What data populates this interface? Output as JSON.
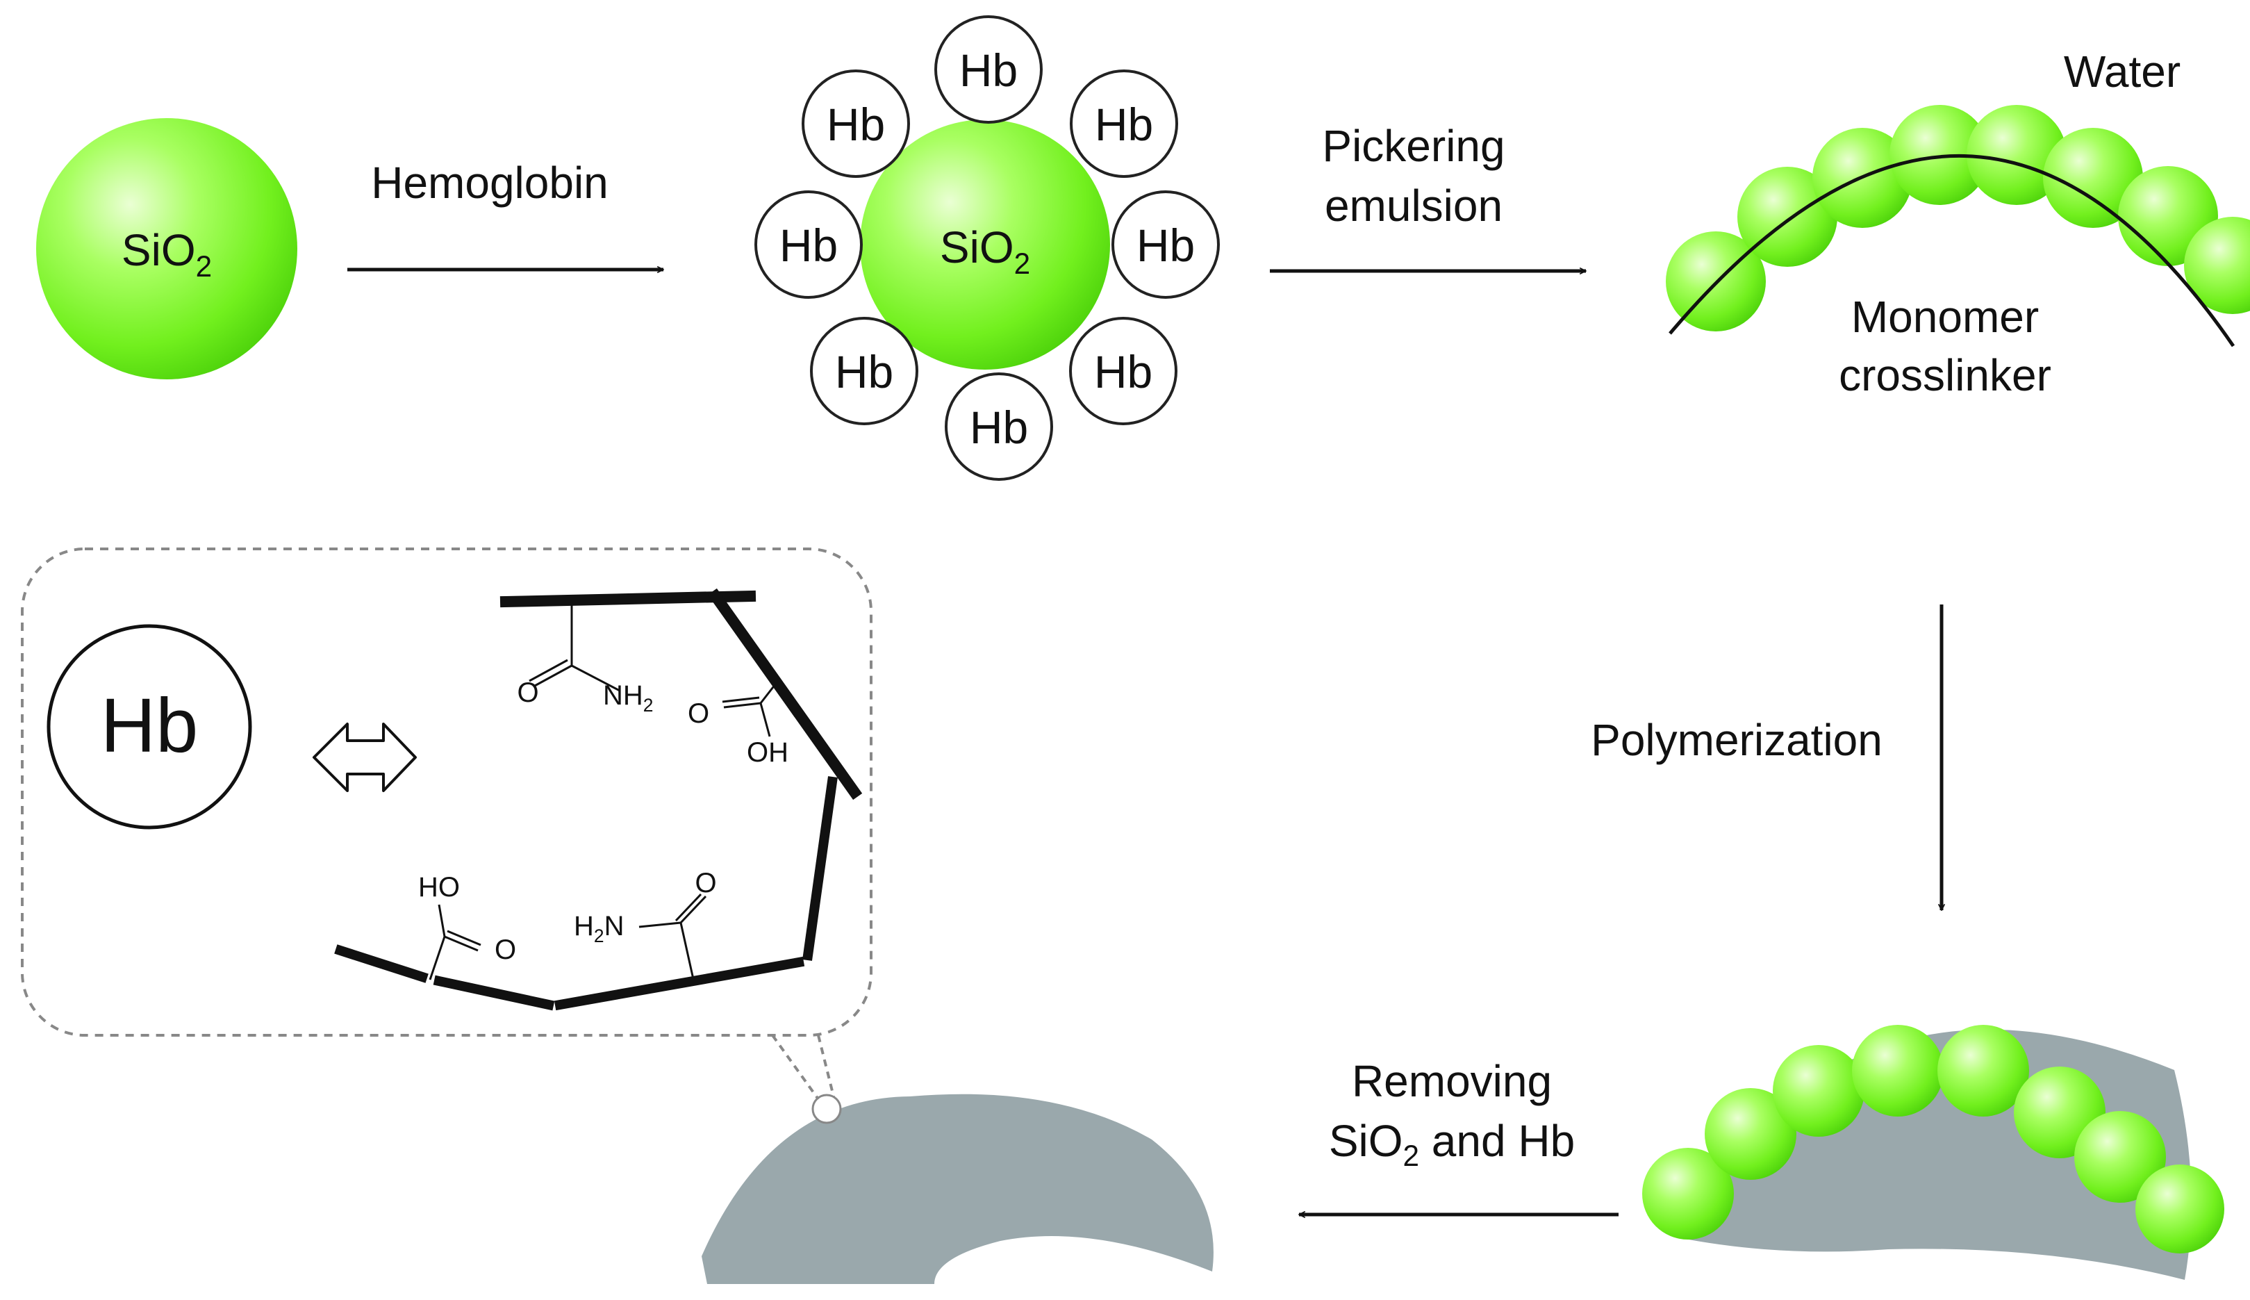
{
  "labels": {
    "sio2_main": "SiO",
    "sio2_sub": "2",
    "hb": "Hb",
    "hemoglobin": "Hemoglobin",
    "pickering_line1": "Pickering",
    "pickering_line2": "emulsion",
    "water": "Water",
    "monomer_line1": "Monomer",
    "monomer_line2": "crosslinker",
    "polymerization": "Polymerization",
    "removing_line1": "Removing",
    "removing_line2_a": "SiO",
    "removing_line2_sub": "2",
    "removing_line2_b": " and Hb"
  },
  "chem": {
    "o": "O",
    "nh": "NH",
    "h2n_h": "H",
    "h2n_2": "2",
    "h2n_n": "N",
    "two": "2",
    "oh": "OH",
    "ho": "HO"
  },
  "colors": {
    "sphere_highlight": "#e8ffd0",
    "sphere_mid": "#8cff3a",
    "sphere_edge": "#56dc10",
    "gray_solid": "#9aa8ac",
    "line": "#111111",
    "dashed": "#888888"
  }
}
